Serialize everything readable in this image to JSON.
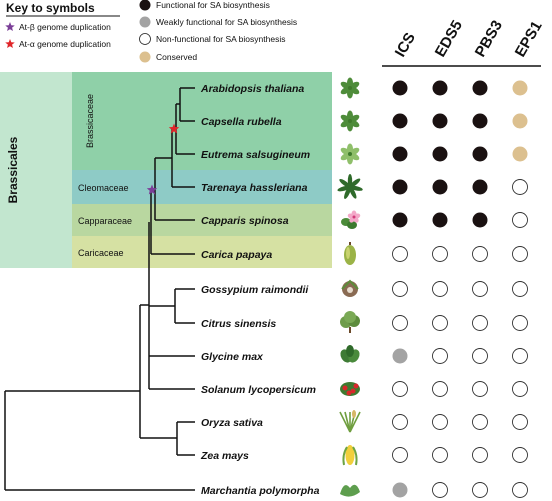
{
  "key": {
    "title": "Key to symbols",
    "items": [
      {
        "label": "At-β genome duplication",
        "color": "#7b3f98",
        "shape": "star"
      },
      {
        "label": "At-α genome duplication",
        "color": "#e0262a",
        "shape": "star"
      },
      {
        "label": "Functional for SA biosynthesis",
        "color": "#1a1111",
        "shape": "circle"
      },
      {
        "label": "Weakly functional for SA biosynthesis",
        "color": "#a3a3a3",
        "shape": "circle"
      },
      {
        "label": "Non-functional for SA biosynthesis",
        "color": "#ffffff",
        "shape": "circle"
      },
      {
        "label": "Conserved",
        "color": "#dcc08f",
        "shape": "circle"
      }
    ]
  },
  "groups": {
    "order": "Brassicales",
    "families": [
      "Brassicaceae",
      "Cleomaceae",
      "Capparaceae",
      "Caricaceae"
    ]
  },
  "genes": [
    "ICS",
    "EDS5",
    "PBS3",
    "EPS1"
  ],
  "species": [
    {
      "name": "Arabidopsis thaliana",
      "icon": "arabidopsis-leaves-icon",
      "status": [
        "F",
        "F",
        "F",
        "C"
      ]
    },
    {
      "name": "Capsella rubella",
      "icon": "capsella-leaves-icon",
      "status": [
        "F",
        "F",
        "F",
        "C"
      ]
    },
    {
      "name": "Eutrema salsugineum",
      "icon": "eutrema-leaves-icon",
      "status": [
        "F",
        "F",
        "F",
        "C"
      ]
    },
    {
      "name": "Tarenaya hassleriana",
      "icon": "tarenaya-leaves-icon",
      "status": [
        "F",
        "F",
        "F",
        "N"
      ]
    },
    {
      "name": "Capparis spinosa",
      "icon": "capparis-flower-icon",
      "status": [
        "F",
        "F",
        "F",
        "N"
      ]
    },
    {
      "name": "Carica papaya",
      "icon": "papaya-fruit-icon",
      "status": [
        "N",
        "N",
        "N",
        "N"
      ]
    },
    {
      "name": "Gossypium raimondii",
      "icon": "cotton-boll-icon",
      "status": [
        "N",
        "N",
        "N",
        "N"
      ]
    },
    {
      "name": "Citrus sinensis",
      "icon": "citrus-tree-icon",
      "status": [
        "N",
        "N",
        "N",
        "N"
      ]
    },
    {
      "name": "Glycine max",
      "icon": "soybean-leaf-icon",
      "status": [
        "W",
        "N",
        "N",
        "N"
      ]
    },
    {
      "name": "Solanum lycopersicum",
      "icon": "tomato-plant-icon",
      "status": [
        "N",
        "N",
        "N",
        "N"
      ]
    },
    {
      "name": "Oryza sativa",
      "icon": "rice-plant-icon",
      "status": [
        "N",
        "N",
        "N",
        "N"
      ]
    },
    {
      "name": "Zea mays",
      "icon": "maize-cob-icon",
      "status": [
        "N",
        "N",
        "N",
        "N"
      ]
    },
    {
      "name": "Marchantia polymorpha",
      "icon": "marchantia-thallus-icon",
      "status": [
        "W",
        "N",
        "N",
        "N"
      ]
    }
  ],
  "colors": {
    "functional": "#1a1111",
    "weak": "#a3a3a3",
    "non": "#ffffff",
    "conserved": "#dcc08f",
    "brassicales_bg": "#c2e6cf",
    "brassicaceae_bg": "#8fd0a8",
    "cleomaceae_bg": "#8ecbc6",
    "capparaceae_bg": "#b9d7a0",
    "caricaceae_bg": "#d6e1a3",
    "at_beta": "#7b3f98",
    "at_alpha": "#e0262a"
  }
}
